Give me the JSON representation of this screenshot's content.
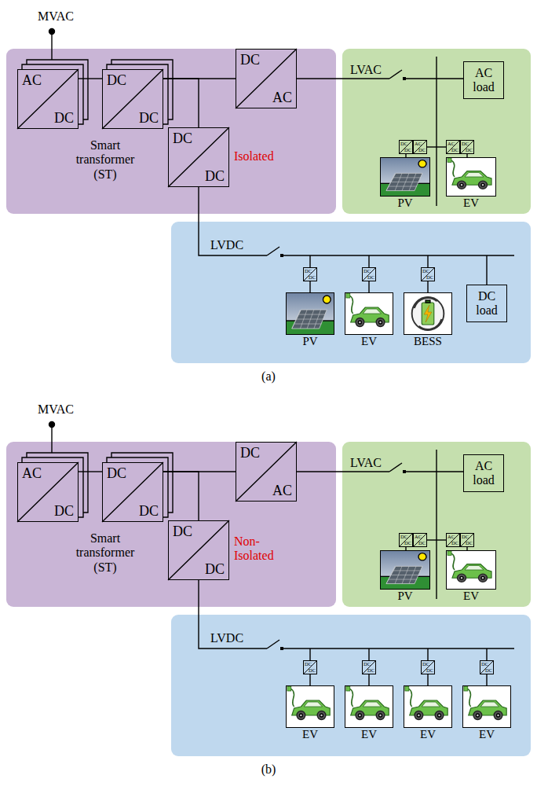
{
  "diagram": {
    "nodes": [
      {
        "text": [
          "Smart transformer (ST)"
        ]
      },
      {
        "text": [
          "AC",
          "DC"
        ],
        "in": 0
      },
      {
        "text": [
          "DC",
          "DC"
        ],
        "in": 0
      },
      {
        "text": [
          "DC",
          "AC"
        ],
        "in": 0
      },
      {
        "text": [
          "DC",
          "DC"
        ],
        "in": 0
      },
      {
        "text": [
          "LVAC"
        ]
      },
      {
        "text": [
          "AC load"
        ],
        "in": 5
      },
      {
        "text": [
          "DC",
          "DC"
        ],
        "in": 5
      },
      {
        "text": [
          "AC",
          "DC"
        ],
        "in": 5
      },
      {
        "text": [
          "AC",
          "DC"
        ],
        "in": 5
      },
      {
        "text": [
          "DC",
          "DC"
        ],
        "in": 5
      },
      {
        "text": [
          "PV"
        ],
        "in": 5
      },
      {
        "text": [
          "EV"
        ],
        "in": 5
      },
      {
        "text": [
          "LVDC"
        ]
      },
      {
        "text": [
          "DC",
          "DC"
        ],
        "in": 13
      },
      {
        "text": [
          "DC",
          "DC"
        ],
        "in": 13
      },
      {
        "text": [
          "DC",
          "DC"
        ],
        "in": 13
      },
      {
        "text": [
          "PV"
        ],
        "in": 13
      },
      {
        "text": [
          "EV"
        ],
        "in": 13
      },
      {
        "text": [
          "BESS"
        ],
        "in": 13
      },
      {
        "text": [
          "DC load"
        ],
        "in": 13
      },
      {
        "text": [
          "Smart transformer (ST)"
        ]
      },
      {
        "text": [
          "AC",
          "DC"
        ],
        "in": 21
      },
      {
        "text": [
          "DC",
          "DC"
        ],
        "in": 21
      },
      {
        "text": [
          "DC",
          "AC"
        ],
        "in": 21
      },
      {
        "text": [
          "DC",
          "DC"
        ],
        "in": 21
      },
      {
        "text": [
          "LVAC"
        ]
      },
      {
        "text": [
          "AC load"
        ],
        "in": 26
      },
      {
        "text": [
          "DC",
          "DC"
        ],
        "in": 26
      },
      {
        "text": [
          "AC",
          "DC"
        ],
        "in": 26
      },
      {
        "text": [
          "AC",
          "DC"
        ],
        "in": 26
      },
      {
        "text": [
          "DC",
          "DC"
        ],
        "in": 26
      },
      {
        "text": [
          "PV"
        ],
        "in": 26
      },
      {
        "text": [
          "EV"
        ],
        "in": 26
      },
      {
        "text": [
          "LVDC"
        ]
      },
      {
        "text": [
          "DC",
          "DC"
        ],
        "in": 34
      },
      {
        "text": [
          "DC",
          "DC"
        ],
        "in": 34
      },
      {
        "text": [
          "DC",
          "DC"
        ],
        "in": 34
      },
      {
        "text": [
          "DC",
          "DC"
        ],
        "in": 34
      },
      {
        "text": [
          "EV"
        ],
        "in": 34
      },
      {
        "text": [
          "EV"
        ],
        "in": 34
      },
      {
        "text": [
          "EV"
        ],
        "in": 34
      },
      {
        "text": [
          "EV"
        ],
        "in": 34
      }
    ],
    "edges": [
      {
        "from": 1,
        "to": 2,
        "arrow": "none"
      },
      {
        "from": 2,
        "to": 3,
        "arrow": "none"
      },
      {
        "from": 2,
        "to": 4,
        "arrow": "none"
      },
      {
        "from": 7,
        "to": 11,
        "arrow": "none"
      },
      {
        "from": 10,
        "to": 12,
        "arrow": "none"
      },
      {
        "from": 14,
        "to": 17,
        "arrow": "none"
      },
      {
        "from": 15,
        "to": 18,
        "arrow": "none"
      },
      {
        "from": 16,
        "to": 19,
        "arrow": "none"
      },
      {
        "from": 22,
        "to": 23,
        "arrow": "none"
      },
      {
        "from": 23,
        "to": 24,
        "arrow": "none"
      },
      {
        "from": 23,
        "to": 25,
        "arrow": "none"
      },
      {
        "from": 28,
        "to": 32,
        "arrow": "none"
      },
      {
        "from": 31,
        "to": 33,
        "arrow": "none"
      },
      {
        "from": 35,
        "to": 39,
        "arrow": "none"
      },
      {
        "from": 36,
        "to": 40,
        "arrow": "none"
      },
      {
        "from": 37,
        "to": 41,
        "arrow": "none"
      },
      {
        "from": 38,
        "to": 42,
        "arrow": "none"
      }
    ],
    "labels": [
      "MVAC",
      "Isolated",
      "(a)",
      "MVAC",
      "Non- Isolated",
      "(b)"
    ]
  }
}
